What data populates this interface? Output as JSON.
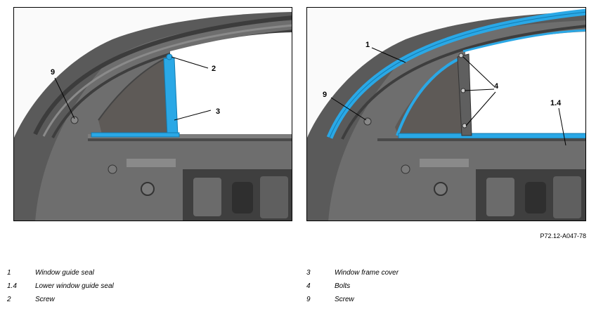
{
  "figure": {
    "reference": "P72.12-A047-78",
    "left_panel": {
      "callouts": [
        "9",
        "2",
        "3"
      ]
    },
    "right_panel": {
      "callouts": [
        "1",
        "9",
        "4",
        "1.4"
      ]
    }
  },
  "legend": {
    "left_column": [
      {
        "num": "1",
        "label": "Window guide seal"
      },
      {
        "num": "1.4",
        "label": "Lower window guide seal"
      },
      {
        "num": "2",
        "label": "Screw"
      }
    ],
    "right_column": [
      {
        "num": "3",
        "label": "Window frame cover"
      },
      {
        "num": "4",
        "label": "Bolts"
      },
      {
        "num": "9",
        "label": "Screw"
      }
    ]
  },
  "colors": {
    "highlight_blue": "#2aa8e6",
    "door_dark": "#4a4a4a",
    "door_mid": "#6b6b6b",
    "window_tint": "#5e5a57"
  }
}
